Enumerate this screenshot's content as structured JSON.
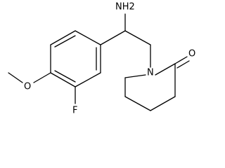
{
  "molecule": {
    "atoms": {
      "amine": "NH2",
      "ring_nitrogen": "N",
      "carbonyl_oxygen": "O",
      "methoxy_oxygen": "O",
      "fluorine": "F"
    }
  },
  "colors": {
    "bond": "#000000",
    "label": "#000000",
    "background": "#ffffff"
  }
}
